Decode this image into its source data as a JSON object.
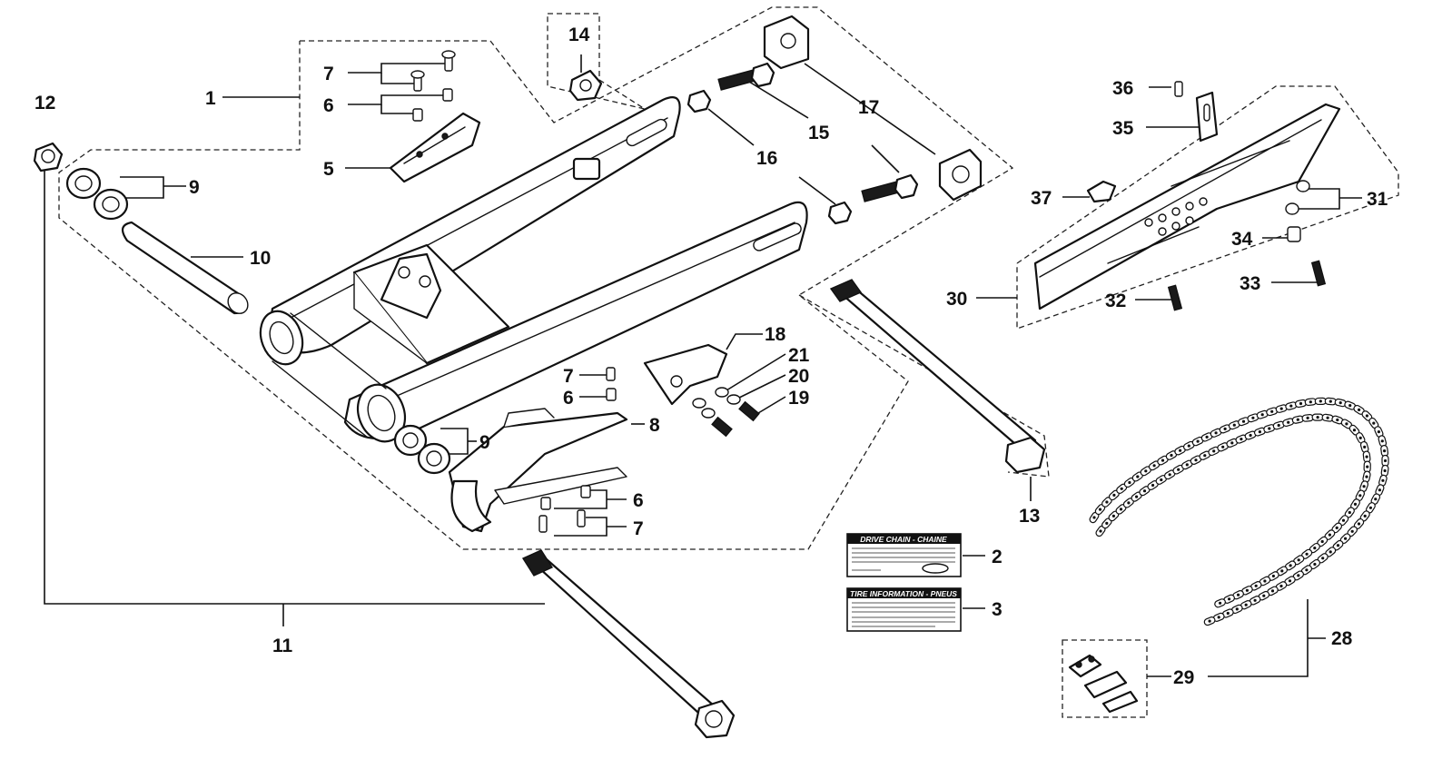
{
  "callouts": [
    {
      "id": "c12",
      "text": "12"
    },
    {
      "id": "c1",
      "text": "1"
    },
    {
      "id": "c7a",
      "text": "7"
    },
    {
      "id": "c6a",
      "text": "6"
    },
    {
      "id": "c5",
      "text": "5"
    },
    {
      "id": "c9a",
      "text": "9"
    },
    {
      "id": "c10",
      "text": "10"
    },
    {
      "id": "c14",
      "text": "14"
    },
    {
      "id": "c17",
      "text": "17"
    },
    {
      "id": "c15",
      "text": "15"
    },
    {
      "id": "c16",
      "text": "16"
    },
    {
      "id": "c36",
      "text": "36"
    },
    {
      "id": "c35",
      "text": "35"
    },
    {
      "id": "c37",
      "text": "37"
    },
    {
      "id": "c31",
      "text": "31"
    },
    {
      "id": "c34",
      "text": "34"
    },
    {
      "id": "c33",
      "text": "33"
    },
    {
      "id": "c32",
      "text": "32"
    },
    {
      "id": "c30",
      "text": "30"
    },
    {
      "id": "c18",
      "text": "18"
    },
    {
      "id": "c21",
      "text": "21"
    },
    {
      "id": "c20",
      "text": "20"
    },
    {
      "id": "c19",
      "text": "19"
    },
    {
      "id": "c7b",
      "text": "7"
    },
    {
      "id": "c6b",
      "text": "6"
    },
    {
      "id": "c8",
      "text": "8"
    },
    {
      "id": "c9b",
      "text": "9"
    },
    {
      "id": "c6c",
      "text": "6"
    },
    {
      "id": "c7c",
      "text": "7"
    },
    {
      "id": "c13",
      "text": "13"
    },
    {
      "id": "c2",
      "text": "2"
    },
    {
      "id": "c3",
      "text": "3"
    },
    {
      "id": "c11",
      "text": "11"
    },
    {
      "id": "c28",
      "text": "28"
    },
    {
      "id": "c29",
      "text": "29"
    }
  ],
  "labels": {
    "chain": {
      "title": "DRIVE CHAIN - CHAINE"
    },
    "tire": {
      "title": "TIRE INFORMATION - PNEUS"
    }
  }
}
